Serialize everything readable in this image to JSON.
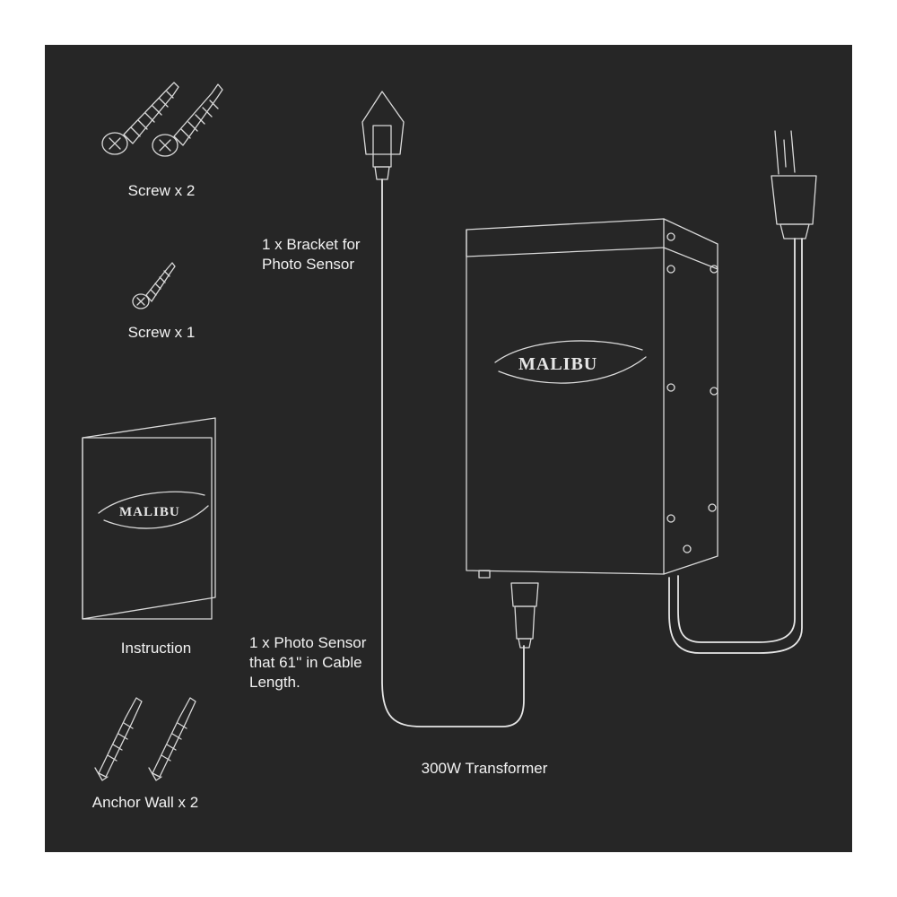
{
  "colors": {
    "background": "#262626",
    "line": "#d9d9d9",
    "text": "#f2f2f2",
    "page": "#ffffff"
  },
  "labels": {
    "screw_two": "Screw x 2",
    "screw_one": "Screw x 1",
    "instruction": "Instruction",
    "anchor_wall": "Anchor Wall x 2",
    "bracket_line1": "1 x Bracket for",
    "bracket_line2": "Photo Sensor",
    "sensor_line1": "1 x  Photo Sensor",
    "sensor_line2": "that 61'' in Cable",
    "sensor_line3": "Length.",
    "transformer": "300W Transformer"
  },
  "brand": {
    "logo_text": "MALIBU"
  },
  "icons": [
    "screw-icon",
    "anchor-icon",
    "booklet-icon",
    "photo-sensor-icon",
    "transformer-icon",
    "power-plug-icon"
  ]
}
